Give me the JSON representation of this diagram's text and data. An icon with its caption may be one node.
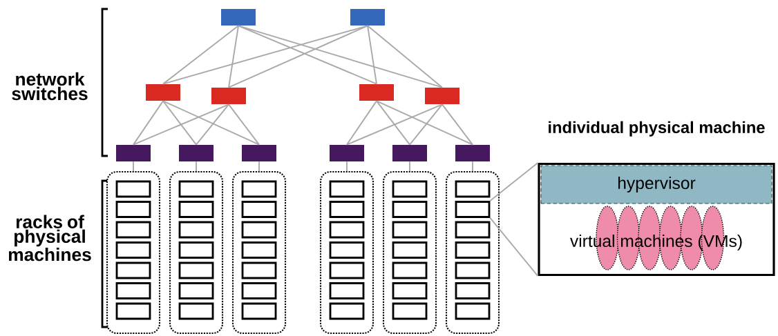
{
  "diagram": {
    "nodes": [
      {
        "text": [],
        "shape": "box"
      },
      {
        "text": [],
        "shape": "box"
      },
      {
        "text": [],
        "shape": "box"
      },
      {
        "text": [],
        "shape": "box"
      },
      {
        "text": [],
        "shape": "box"
      },
      {
        "text": [],
        "shape": "box"
      },
      {
        "text": [],
        "shape": "box"
      },
      {
        "text": [],
        "shape": "box"
      },
      {
        "text": [],
        "shape": "box"
      },
      {
        "text": [],
        "shape": "box"
      },
      {
        "text": [],
        "shape": "box"
      },
      {
        "text": [],
        "shape": "box"
      },
      {
        "text": [],
        "shape": "box"
      },
      {
        "text": [],
        "shape": "box"
      },
      {
        "text": [],
        "shape": "box"
      },
      {
        "text": [],
        "shape": "box"
      },
      {
        "text": [],
        "shape": "box"
      },
      {
        "text": [],
        "shape": "box"
      },
      {
        "text": [],
        "shape": "box",
        "in": 12
      },
      {
        "text": [],
        "shape": "box",
        "in": 12
      },
      {
        "text": [],
        "shape": "box",
        "in": 12
      },
      {
        "text": [],
        "shape": "box",
        "in": 12
      },
      {
        "text": [],
        "shape": "box",
        "in": 12
      },
      {
        "text": [],
        "shape": "box",
        "in": 12
      },
      {
        "text": [],
        "shape": "box",
        "in": 12
      },
      {
        "text": [],
        "shape": "box",
        "in": 13
      },
      {
        "text": [],
        "shape": "box",
        "in": 13
      },
      {
        "text": [],
        "shape": "box",
        "in": 13
      },
      {
        "text": [],
        "shape": "box",
        "in": 13
      },
      {
        "text": [],
        "shape": "box",
        "in": 13
      },
      {
        "text": [],
        "shape": "box",
        "in": 13
      },
      {
        "text": [],
        "shape": "box",
        "in": 13
      },
      {
        "text": [],
        "shape": "box",
        "in": 14
      },
      {
        "text": [],
        "shape": "box",
        "in": 14
      },
      {
        "text": [],
        "shape": "box",
        "in": 14
      },
      {
        "text": [],
        "shape": "box",
        "in": 14
      },
      {
        "text": [],
        "shape": "box",
        "in": 14
      },
      {
        "text": [],
        "shape": "box",
        "in": 14
      },
      {
        "text": [],
        "shape": "box",
        "in": 14
      },
      {
        "text": [],
        "shape": "box",
        "in": 15
      },
      {
        "text": [],
        "shape": "box",
        "in": 15
      },
      {
        "text": [],
        "shape": "box",
        "in": 15
      },
      {
        "text": [],
        "shape": "box",
        "in": 15
      },
      {
        "text": [],
        "shape": "box",
        "in": 15
      },
      {
        "text": [],
        "shape": "box",
        "in": 15
      },
      {
        "text": [],
        "shape": "box",
        "in": 15
      },
      {
        "text": [],
        "shape": "box",
        "in": 16
      },
      {
        "text": [],
        "shape": "box",
        "in": 16
      },
      {
        "text": [],
        "shape": "box",
        "in": 16
      },
      {
        "text": [],
        "shape": "box",
        "in": 16
      },
      {
        "text": [],
        "shape": "box",
        "in": 16
      },
      {
        "text": [],
        "shape": "box",
        "in": 16
      },
      {
        "text": [],
        "shape": "box",
        "in": 16
      },
      {
        "text": [],
        "shape": "box",
        "in": 17
      },
      {
        "text": [],
        "shape": "box",
        "in": 17
      },
      {
        "text": [],
        "shape": "box",
        "in": 17
      },
      {
        "text": [],
        "shape": "box",
        "in": 17
      },
      {
        "text": [],
        "shape": "box",
        "in": 17
      },
      {
        "text": [],
        "shape": "box",
        "in": 17
      },
      {
        "text": [],
        "shape": "box",
        "in": 17
      },
      {
        "text": [
          "individual physical machine"
        ]
      },
      {
        "text": [
          "hypervisor"
        ],
        "in": 60
      },
      {
        "text": [
          "virtual machines (VMs)"
        ],
        "in": 60
      }
    ],
    "edges": [
      {
        "from": 0,
        "to": 2,
        "arrow": "none"
      },
      {
        "from": 0,
        "to": 3,
        "arrow": "none"
      },
      {
        "from": 0,
        "to": 4,
        "arrow": "none"
      },
      {
        "from": 0,
        "to": 5,
        "arrow": "none"
      },
      {
        "from": 1,
        "to": 2,
        "arrow": "none"
      },
      {
        "from": 1,
        "to": 3,
        "arrow": "none"
      },
      {
        "from": 1,
        "to": 4,
        "arrow": "none"
      },
      {
        "from": 1,
        "to": 5,
        "arrow": "none"
      },
      {
        "from": 2,
        "to": 6,
        "arrow": "none"
      },
      {
        "from": 2,
        "to": 7,
        "arrow": "none"
      },
      {
        "from": 2,
        "to": 8,
        "arrow": "none"
      },
      {
        "from": 3,
        "to": 6,
        "arrow": "none"
      },
      {
        "from": 3,
        "to": 7,
        "arrow": "none"
      },
      {
        "from": 3,
        "to": 8,
        "arrow": "none"
      },
      {
        "from": 4,
        "to": 9,
        "arrow": "none"
      },
      {
        "from": 4,
        "to": 10,
        "arrow": "none"
      },
      {
        "from": 4,
        "to": 11,
        "arrow": "none"
      },
      {
        "from": 5,
        "to": 9,
        "arrow": "none"
      },
      {
        "from": 5,
        "to": 10,
        "arrow": "none"
      },
      {
        "from": 5,
        "to": 11,
        "arrow": "none"
      },
      {
        "from": 6,
        "to": 12,
        "arrow": "none"
      },
      {
        "from": 7,
        "to": 13,
        "arrow": "none"
      },
      {
        "from": 8,
        "to": 14,
        "arrow": "none"
      },
      {
        "from": 9,
        "to": 15,
        "arrow": "none"
      },
      {
        "from": 10,
        "to": 16,
        "arrow": "none"
      },
      {
        "from": 11,
        "to": 17,
        "arrow": "none"
      },
      {
        "from": 54,
        "to": 60,
        "arrow": "none"
      },
      {
        "from": 54,
        "to": 60,
        "arrow": "none"
      }
    ],
    "labels": [
      "network switches",
      "racks of physical machines"
    ]
  }
}
